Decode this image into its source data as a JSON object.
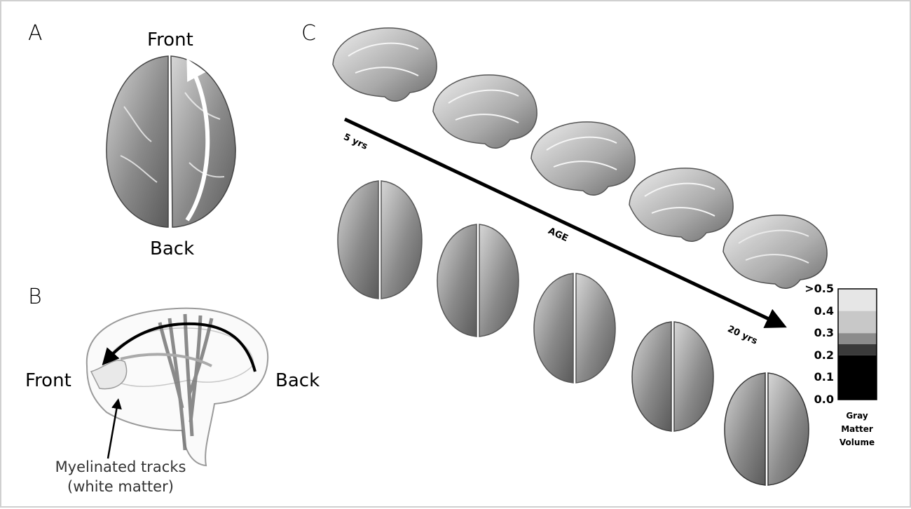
{
  "panels": {
    "a": "A",
    "b": "B",
    "c": "C"
  },
  "panel_a": {
    "top_label": "Front",
    "bottom_label": "Back"
  },
  "panel_b": {
    "left_label": "Front",
    "right_label": "Back",
    "caption_line1": "Myelinated tracks",
    "caption_line2": "(white matter)"
  },
  "panel_c": {
    "start_label": "5 yrs",
    "axis_label": "AGE",
    "end_label": "20 yrs"
  },
  "colorbar": {
    "ticks": [
      ">0.5",
      "0.4",
      "0.3",
      "0.2",
      "0.1",
      "0.0"
    ],
    "caption": [
      "Gray",
      "Matter",
      "Volume"
    ],
    "stops": [
      {
        "value": 0.5,
        "color": "#ffffff"
      },
      {
        "value": 0.4,
        "color": "#e6e6e6"
      },
      {
        "value": 0.3,
        "color": "#c8c8c8"
      },
      {
        "value": 0.25,
        "color": "#8c8c8c"
      },
      {
        "value": 0.2,
        "color": "#3a3a3a"
      },
      {
        "value": 0.0,
        "color": "#000000"
      }
    ]
  }
}
